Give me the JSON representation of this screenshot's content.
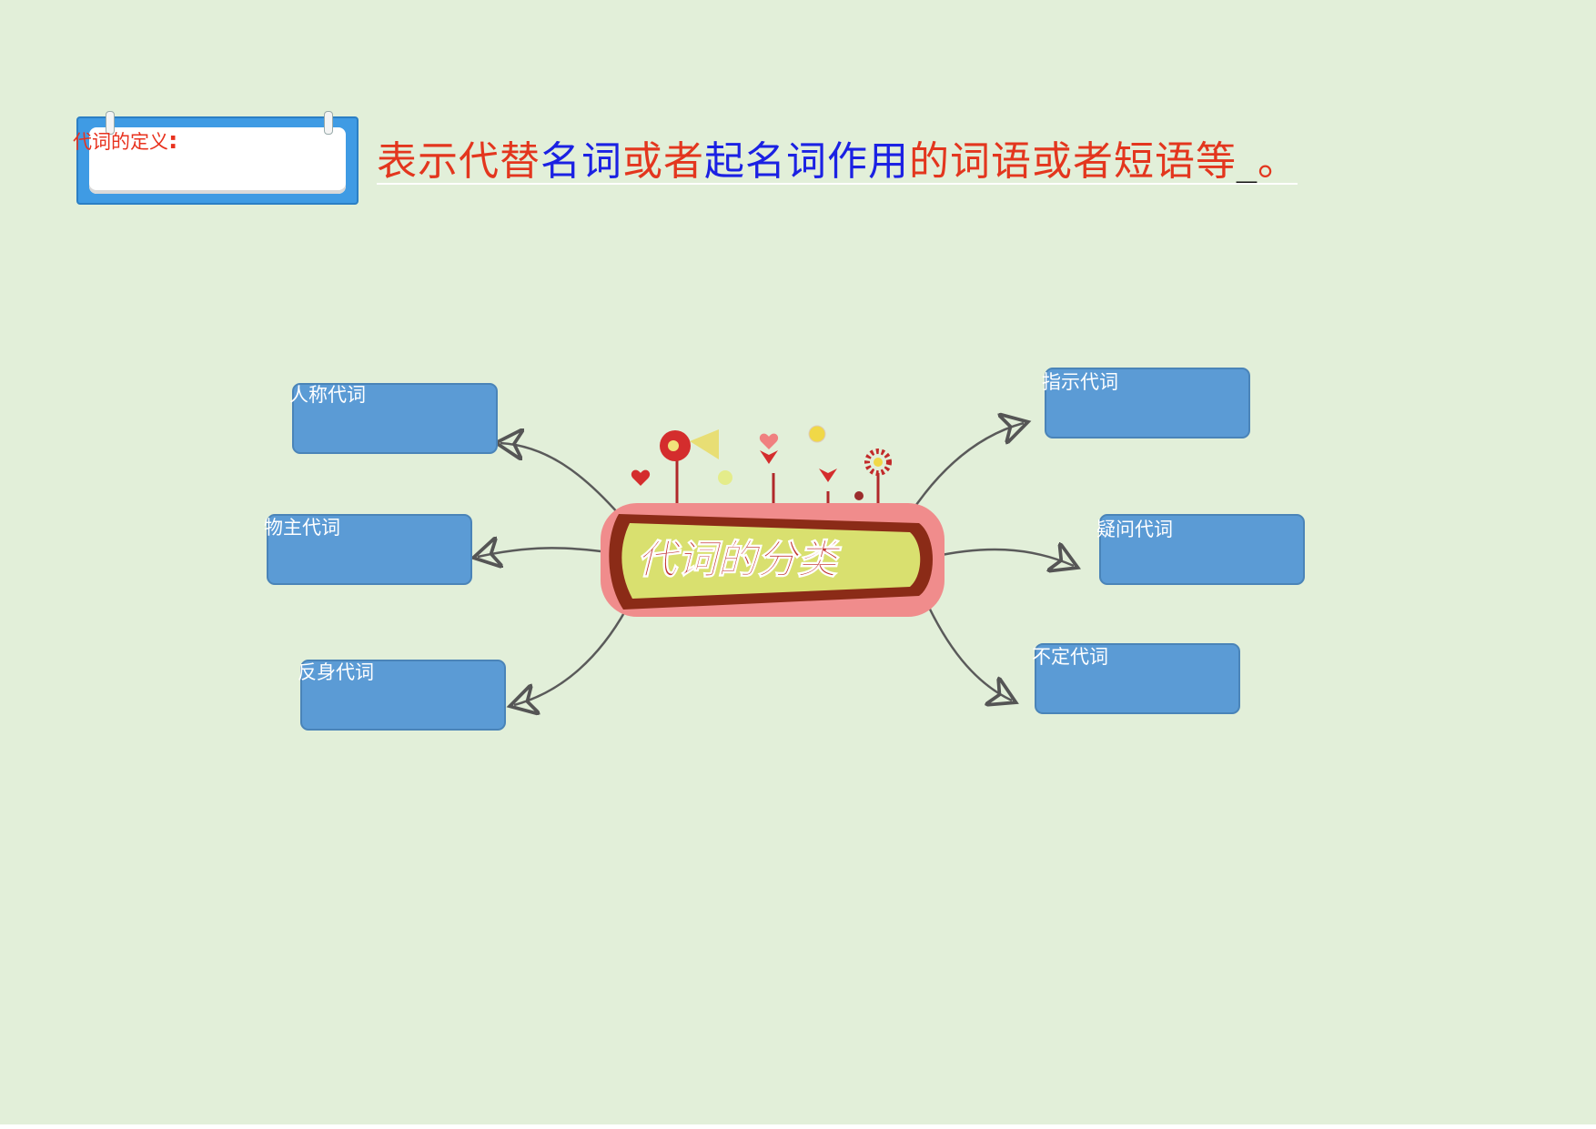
{
  "definition": {
    "label": "代词的定义",
    "colon": ":",
    "sentence_parts": [
      {
        "text": "表示代替",
        "color": "red"
      },
      {
        "text": "名词",
        "color": "blue"
      },
      {
        "text": "或者",
        "color": "red"
      },
      {
        "text": "起名词作用",
        "color": "blue"
      },
      {
        "text": "的词语或者短语等",
        "color": "red"
      },
      {
        "text": "_",
        "color": "black"
      },
      {
        "text": "。",
        "color": "red"
      }
    ]
  },
  "center": {
    "title": "代词的分类"
  },
  "categories": {
    "personal": "人称代词",
    "possessive": "物主代词",
    "reflexive": "反身代词",
    "demonstrative": "指示代词",
    "interrogative": "疑问代词",
    "indefinite": "不定代词"
  },
  "colors": {
    "background": "#e2efd9",
    "box_fill": "#5b9bd5",
    "definition_card": "#3f9be4",
    "accent_red": "#e3361e",
    "accent_blue": "#1b21e3"
  }
}
